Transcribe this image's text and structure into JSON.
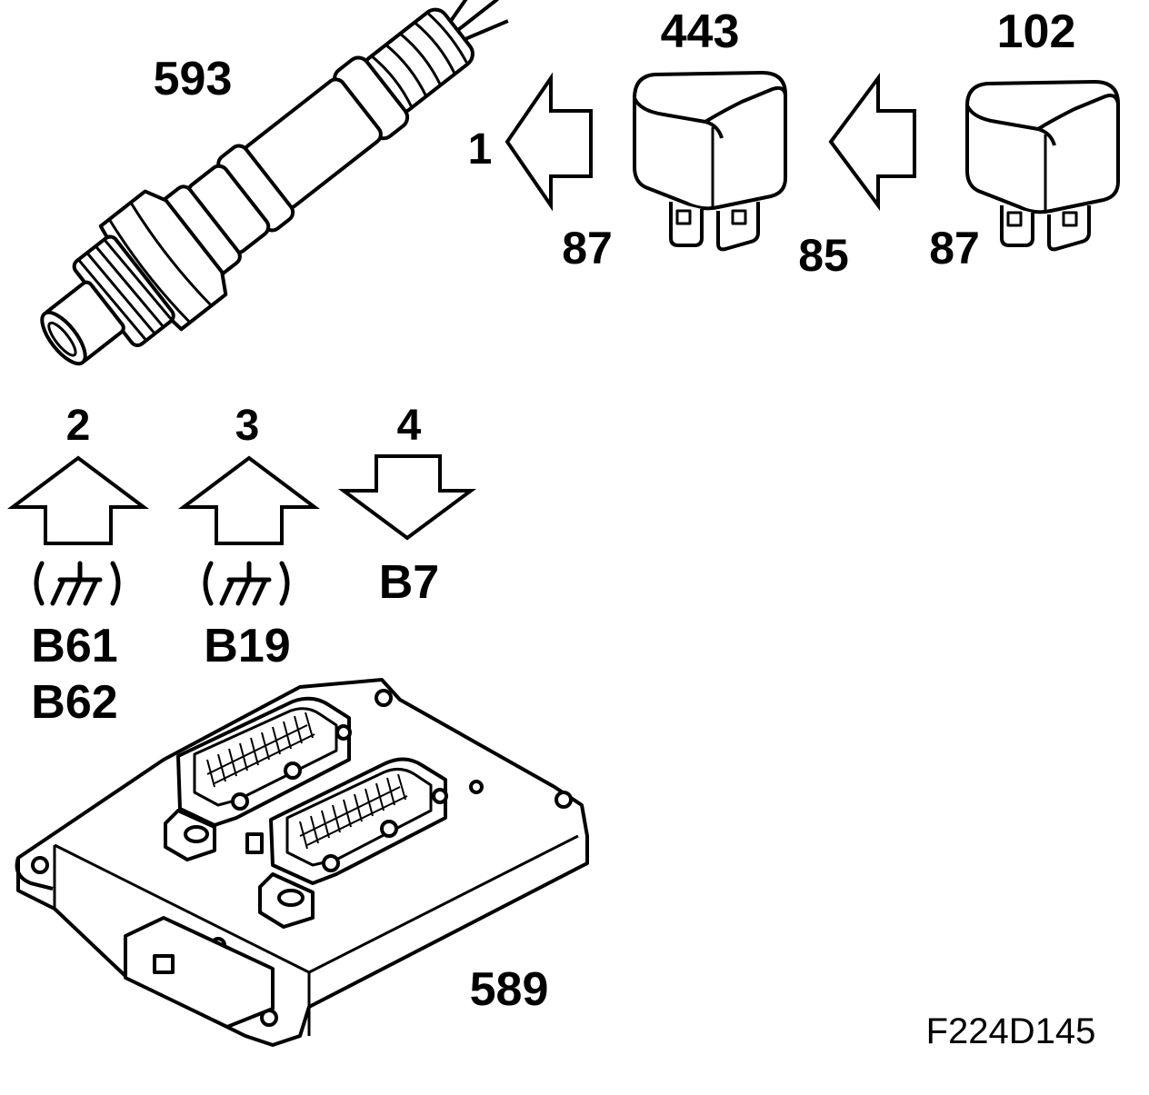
{
  "components": {
    "oxygen_sensor": {
      "number": "593"
    },
    "relay_a": {
      "number": "443"
    },
    "relay_b": {
      "number": "102"
    },
    "control_module": {
      "number": "589"
    }
  },
  "terminals": {
    "relay_a_left": "87",
    "relay_a_right": "85",
    "relay_b_left": "87"
  },
  "arrows": {
    "a1": {
      "label": "1",
      "direction": "left"
    },
    "a2": {
      "label": "2",
      "direction": "up",
      "symbol": "ground-symbol",
      "pins": [
        "B61",
        "B62"
      ]
    },
    "a3": {
      "label": "3",
      "direction": "up",
      "symbol": "ground-symbol",
      "pins": [
        "B19"
      ]
    },
    "a4": {
      "label": "4",
      "direction": "down",
      "pins": [
        "B7"
      ]
    }
  },
  "figure_code": "F224D145",
  "colors": {
    "stroke": "#000000",
    "fill": "#ffffff"
  }
}
